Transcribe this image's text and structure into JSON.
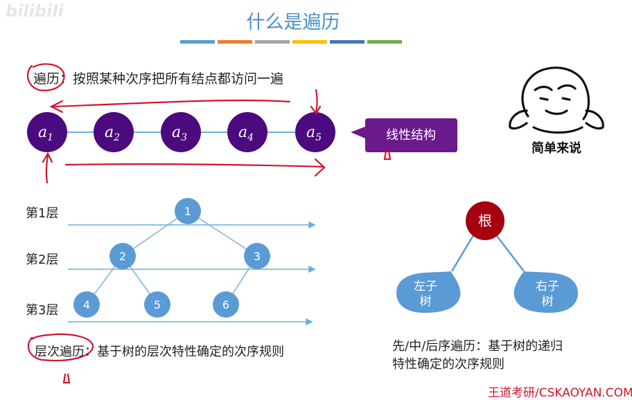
{
  "watermark": "bilibili",
  "title": "什么是遍历",
  "title_bar_colors": [
    "#5b9bd5",
    "#ed7d31",
    "#a5a5a5",
    "#ffc000",
    "#4472c4",
    "#70ad47"
  ],
  "traversal_def": "遍历：按照某种次序把所有结点都访问一遍",
  "linear_nodes": [
    {
      "base": "a",
      "sub": "1"
    },
    {
      "base": "a",
      "sub": "2"
    },
    {
      "base": "a",
      "sub": "3"
    },
    {
      "base": "a",
      "sub": "4"
    },
    {
      "base": "a",
      "sub": "5"
    }
  ],
  "linear_label": "线性结构",
  "emoji_caption": "简单来说",
  "levels": [
    "第1层",
    "第2层",
    "第3层"
  ],
  "tree_nodes": [
    "1",
    "2",
    "3",
    "4",
    "5",
    "6"
  ],
  "level_order_def": "层次遍历：基于树的层次特性确定的次序规则",
  "root_label": "根",
  "left_subtree": [
    "左子",
    "树"
  ],
  "right_subtree": [
    "右子",
    "树"
  ],
  "recursive_def": [
    "先/中/后序遍历：基于树的递归",
    "特性确定的次序规则"
  ],
  "footer_brand": "王道考研/CSKAOYAN.COM",
  "colors": {
    "title": "#4a90c8",
    "purple": "#4b0a7e",
    "callout": "#6a1a8a",
    "tree_blue": "#5b9bd5",
    "root_red": "#a40010",
    "annotation": "#d0142c"
  }
}
